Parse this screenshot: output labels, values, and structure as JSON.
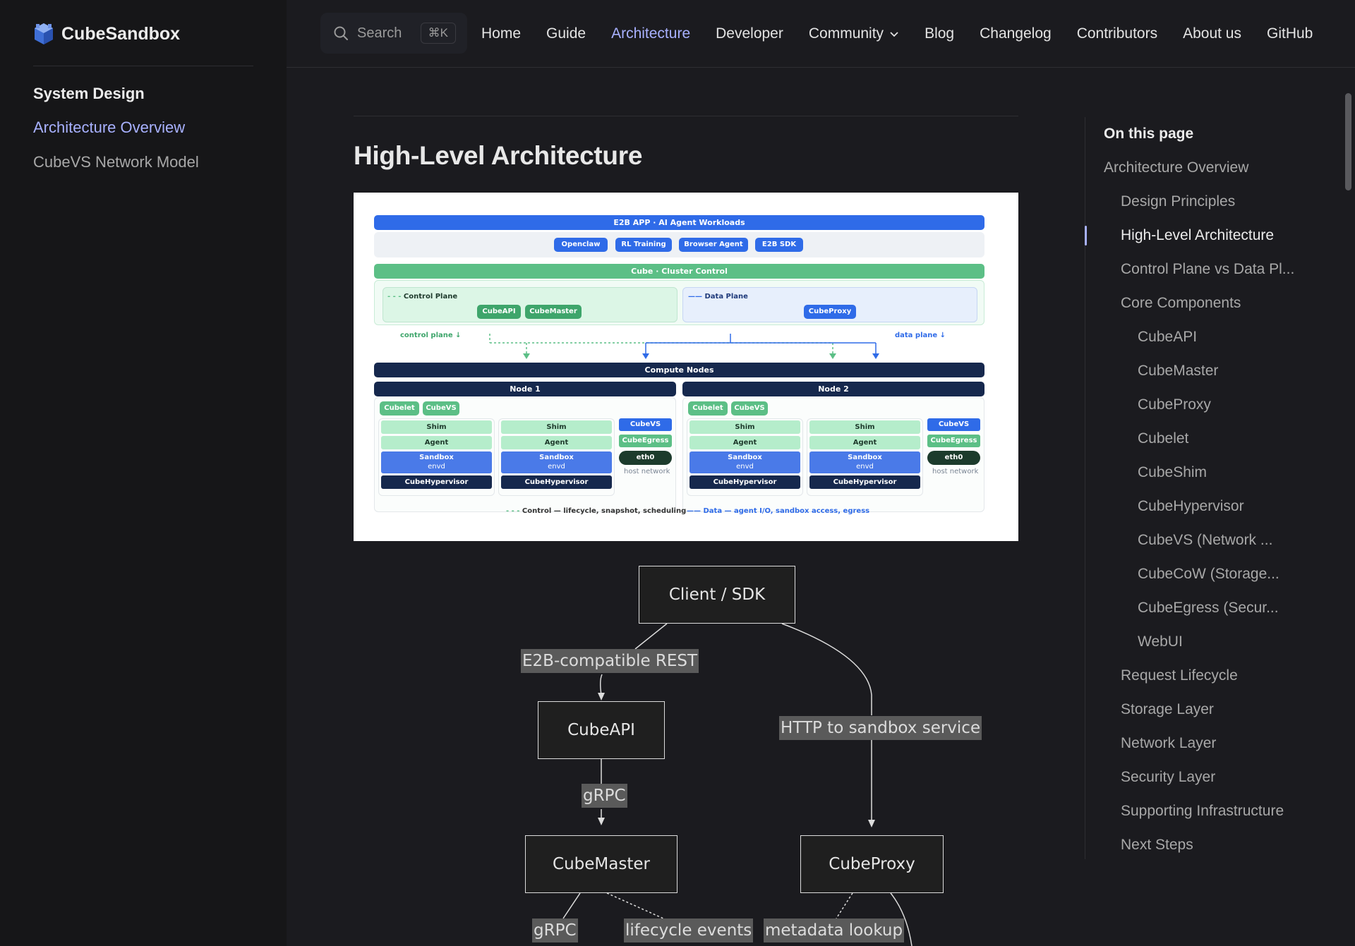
{
  "brand": {
    "name": "CubeSandbox",
    "icon": "cube-logo-icon"
  },
  "sidebar": {
    "section": "System Design",
    "links": [
      {
        "label": "Architecture Overview",
        "active": true
      },
      {
        "label": "CubeVS Network Model",
        "active": false
      }
    ]
  },
  "search": {
    "placeholder": "Search",
    "shortcut": "⌘K"
  },
  "nav": [
    {
      "label": "Home",
      "active": false
    },
    {
      "label": "Guide",
      "active": false
    },
    {
      "label": "Architecture",
      "active": true
    },
    {
      "label": "Developer",
      "active": false
    },
    {
      "label": "Community",
      "active": false,
      "dropdown": true
    },
    {
      "label": "Blog",
      "active": false
    },
    {
      "label": "Changelog",
      "active": false
    },
    {
      "label": "Contributors",
      "active": false
    },
    {
      "label": "About us",
      "active": false
    },
    {
      "label": "GitHub",
      "active": false
    }
  ],
  "page": {
    "title": "High-Level Architecture"
  },
  "arch_image": {
    "top_bar": "E2B APP · AI Agent Workloads",
    "workloads": [
      "Openclaw",
      "RL Training",
      "Browser Agent",
      "E2B SDK"
    ],
    "cluster_bar": "Cube · Cluster Control",
    "control_plane": {
      "label": "Control Plane",
      "items": [
        "CubeAPI",
        "CubeMaster"
      ]
    },
    "data_plane": {
      "label": "Data Plane",
      "items": [
        "CubeProxy"
      ]
    },
    "control_plane_arrow": "control plane ↓",
    "data_plane_arrow": "data plane ↓",
    "compute_bar": "Compute Nodes",
    "nodes": [
      {
        "title": "Node 1",
        "tags": [
          "Cubelet",
          "CubeVS"
        ]
      },
      {
        "title": "Node 2",
        "tags": [
          "Cubelet",
          "CubeVS"
        ]
      }
    ],
    "stack": {
      "shim": "Shim",
      "agent": "Agent",
      "sandbox": "Sandbox",
      "envd": "envd",
      "hypervisor": "CubeHypervisor"
    },
    "net": {
      "cubevs": "CubeVS",
      "egress": "CubeEgress",
      "eth0": "eth0",
      "host": "host network"
    },
    "legend_control": "Control — lifecycle, snapshot, scheduling",
    "legend_data": "Data — agent I/O, sandbox access, egress",
    "colors": {
      "blue": "#2f6be8",
      "green": "#5cbf86",
      "navy": "#16284d",
      "light_green": "#b5edcb",
      "mid_blue": "#4a7ae8"
    }
  },
  "flow": {
    "boxes": {
      "client": "Client / SDK",
      "cubeapi": "CubeAPI",
      "cubemaster": "CubeMaster",
      "cubeproxy": "CubeProxy"
    },
    "labels": {
      "rest": "E2B-compatible REST",
      "http": "HTTP to sandbox service",
      "grpc1": "gRPC",
      "grpc2": "gRPC",
      "lifecycle": "lifecycle events",
      "metadata": "metadata lookup"
    }
  },
  "toc": {
    "title": "On this page",
    "items": [
      {
        "label": "Architecture Overview",
        "level": 0
      },
      {
        "label": "Design Principles",
        "level": 1
      },
      {
        "label": "High-Level Architecture",
        "level": 1,
        "active": true
      },
      {
        "label": "Control Plane vs Data Pl...",
        "level": 1
      },
      {
        "label": "Core Components",
        "level": 1
      },
      {
        "label": "CubeAPI",
        "level": 2
      },
      {
        "label": "CubeMaster",
        "level": 2
      },
      {
        "label": "CubeProxy",
        "level": 2
      },
      {
        "label": "Cubelet",
        "level": 2
      },
      {
        "label": "CubeShim",
        "level": 2
      },
      {
        "label": "CubeHypervisor",
        "level": 2
      },
      {
        "label": "CubeVS (Network ...",
        "level": 2
      },
      {
        "label": "CubeCoW (Storage...",
        "level": 2
      },
      {
        "label": "CubeEgress (Secur...",
        "level": 2
      },
      {
        "label": "WebUI",
        "level": 2
      },
      {
        "label": "Request Lifecycle",
        "level": 1
      },
      {
        "label": "Storage Layer",
        "level": 1
      },
      {
        "label": "Network Layer",
        "level": 1
      },
      {
        "label": "Security Layer",
        "level": 1
      },
      {
        "label": "Supporting Infrastructure",
        "level": 1
      },
      {
        "label": "Next Steps",
        "level": 1
      }
    ]
  }
}
